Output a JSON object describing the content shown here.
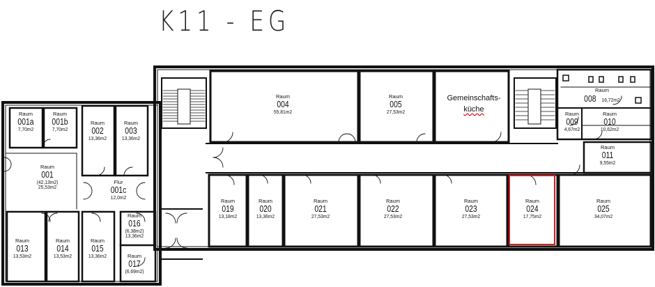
{
  "title": "K11 - EG",
  "room_word": "Raum",
  "rooms": [
    {
      "num": "001a",
      "area": "7,70m2"
    },
    {
      "num": "001b",
      "area": "7,70m2"
    },
    {
      "num": "002",
      "area": "13,36m2"
    },
    {
      "num": "003",
      "area": "13,36m2"
    },
    {
      "num": "001",
      "area": "(42,13m2)",
      "area2": "25,53m2"
    },
    {
      "num": "001c",
      "area": "12,0m2",
      "label": "Flur"
    },
    {
      "num": "013",
      "area": "13,53m2"
    },
    {
      "num": "014",
      "area": "13,53m2"
    },
    {
      "num": "015",
      "area": "13,36m2"
    },
    {
      "num": "016",
      "area": "(6,38m2)",
      "area2": "13,36m2"
    },
    {
      "num": "017",
      "area": "(6,69m2)"
    },
    {
      "num": "004",
      "area": "55,81m2"
    },
    {
      "num": "005",
      "area": "27,53m2"
    },
    {
      "num": "008",
      "area": "16,72m2"
    },
    {
      "num": "009",
      "area": "4,67m2"
    },
    {
      "num": "010",
      "area": "10,62m2"
    },
    {
      "num": "011",
      "area": "9,55m2"
    },
    {
      "num": "019",
      "area": "13,18m2"
    },
    {
      "num": "020",
      "area": "13,36m2"
    },
    {
      "num": "021",
      "area": "27,53m2"
    },
    {
      "num": "022",
      "area": "27,53m2"
    },
    {
      "num": "023",
      "area": "27,53m2"
    },
    {
      "num": "024",
      "area": "17,75m2"
    },
    {
      "num": "025",
      "area": "34,07m2"
    }
  ],
  "kitchen": {
    "line1": "Gemeinschafts-",
    "line2": "küche"
  },
  "highlight_color": "#d21c1c",
  "highlighted_room": "024"
}
